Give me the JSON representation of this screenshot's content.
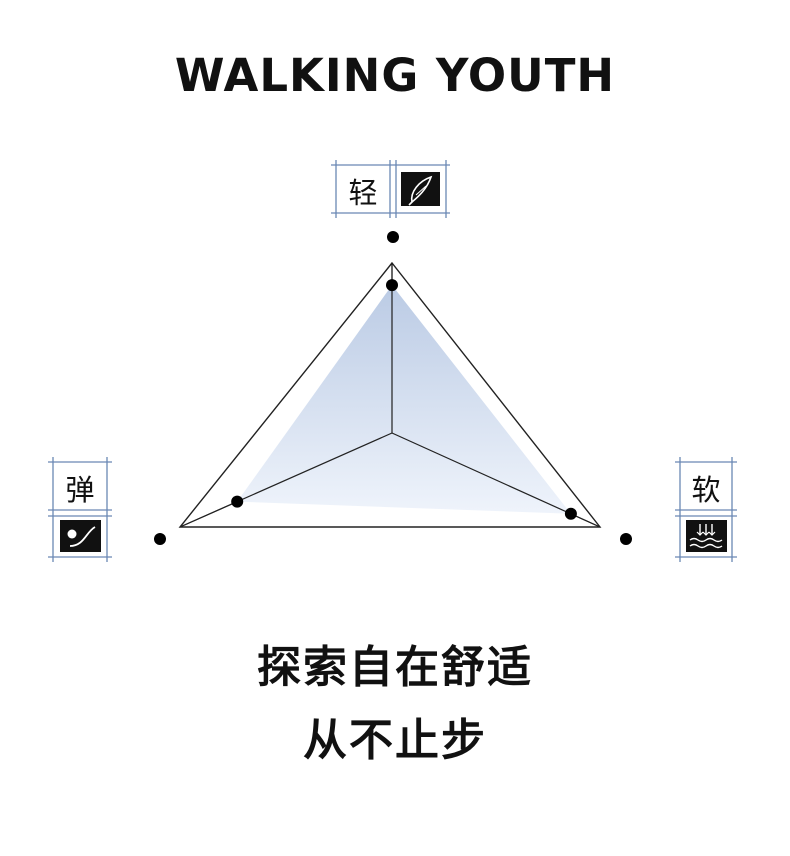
{
  "title": "WALKING YOUTH",
  "slogan": {
    "line1": "探索自在舒适",
    "line2": "从不止步"
  },
  "colors": {
    "fill_top": "#b7c8e3",
    "fill_bottom": "#eef3fb",
    "bracket": "#6a88b4",
    "line": "#222222",
    "dot": "#000000"
  },
  "chart_data": {
    "type": "radar",
    "axes": [
      {
        "label": "轻",
        "icon": "feather-icon"
      },
      {
        "label": "软",
        "icon": "cushion-wave-icon"
      },
      {
        "label": "弹",
        "icon": "bounce-ball-icon"
      }
    ],
    "series": [
      {
        "values": [
          0.87,
          0.86,
          0.73
        ]
      }
    ],
    "range": [
      0,
      1
    ]
  }
}
